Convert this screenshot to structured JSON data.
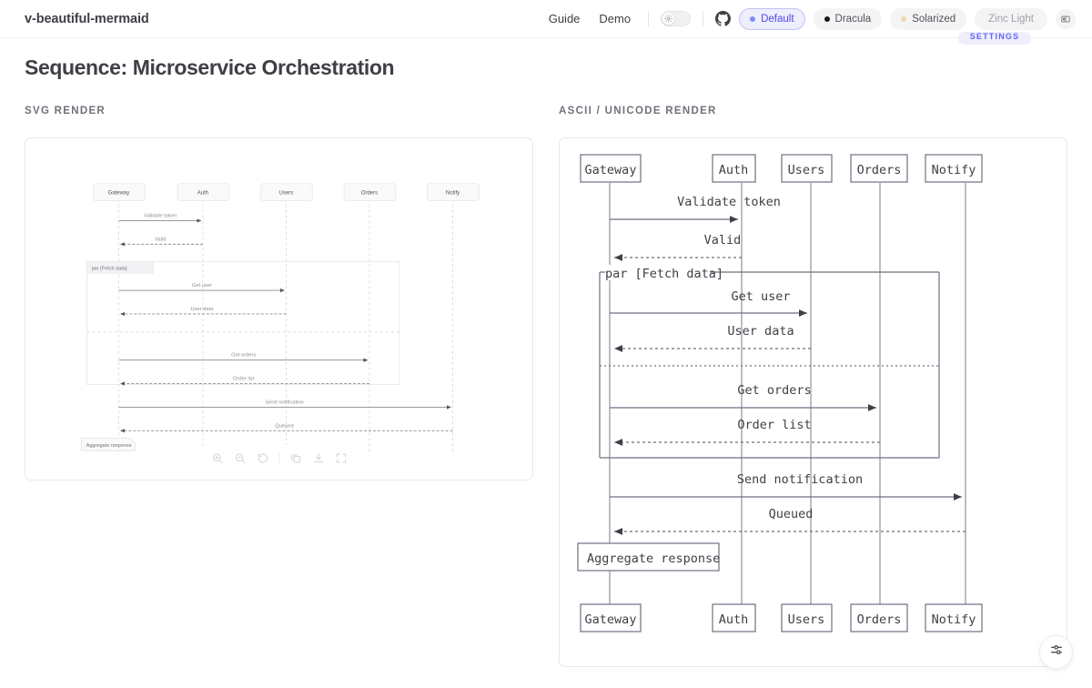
{
  "header": {
    "brand": "v-beautiful-mermaid",
    "nav": [
      {
        "label": "Guide",
        "name": "nav-guide"
      },
      {
        "label": "Demo",
        "name": "nav-demo"
      }
    ],
    "theme_toggle_icon": "sun-icon",
    "github_icon": "github-icon",
    "themes": [
      {
        "label": "Default",
        "dot": "#818cf8",
        "active": true
      },
      {
        "label": "Dracula",
        "dot": "#18181b",
        "active": false
      },
      {
        "label": "Solarized",
        "dot": "#eab308",
        "active": false
      }
    ],
    "theme_select_value": "Zinc Light",
    "contrast_icon": "contrast-icon",
    "clipped_badge": "SETTINGS"
  },
  "page": {
    "title": "Sequence: Microservice Orchestration",
    "left_section_label": "SVG RENDER",
    "right_section_label": "ASCII / UNICODE RENDER"
  },
  "toolbar": {
    "buttons": [
      {
        "name": "zoom-in-icon",
        "title": "Zoom in"
      },
      {
        "name": "zoom-out-icon",
        "title": "Zoom out"
      },
      {
        "name": "reset-icon",
        "title": "Reset view"
      },
      {
        "name": "copy-icon",
        "title": "Copy"
      },
      {
        "name": "download-icon",
        "title": "Download"
      },
      {
        "name": "fullscreen-icon",
        "title": "Fullscreen"
      }
    ]
  },
  "fab": {
    "icon": "sliders-icon"
  },
  "diagram": {
    "type": "sequence",
    "participants": [
      "Gateway",
      "Auth",
      "Users",
      "Orders",
      "Notify"
    ],
    "blocks": [
      {
        "kind": "block",
        "label": "par [Fetch data]"
      }
    ],
    "notes": [
      {
        "text": "Aggregate response",
        "over": "Gateway"
      }
    ],
    "messages": [
      {
        "from": "Gateway",
        "to": "Auth",
        "text": "Validate token",
        "style": "solid"
      },
      {
        "from": "Auth",
        "to": "Gateway",
        "text": "Valid",
        "style": "dashed"
      },
      {
        "from": "Gateway",
        "to": "Users",
        "text": "Get user",
        "style": "solid"
      },
      {
        "from": "Users",
        "to": "Gateway",
        "text": "User data",
        "style": "dashed"
      },
      {
        "from": "Gateway",
        "to": "Orders",
        "text": "Get orders",
        "style": "solid"
      },
      {
        "from": "Orders",
        "to": "Gateway",
        "text": "Order list",
        "style": "dashed"
      },
      {
        "from": "Gateway",
        "to": "Notify",
        "text": "Send notification",
        "style": "solid"
      },
      {
        "from": "Notify",
        "to": "Gateway",
        "text": "Queued",
        "style": "dashed"
      }
    ]
  }
}
